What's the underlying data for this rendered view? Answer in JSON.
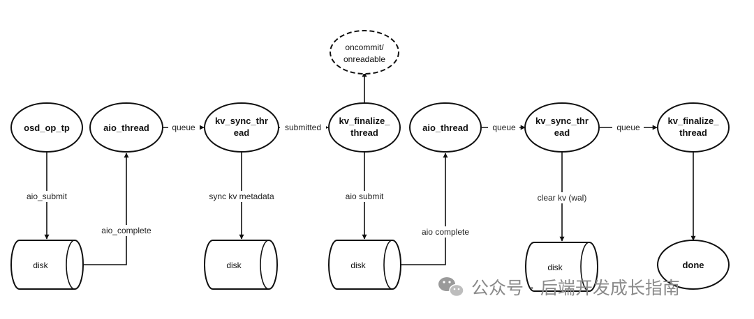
{
  "nodes": {
    "osd_op_tp": {
      "line1": "osd_op_tp",
      "line2": ""
    },
    "aio_thread_1": {
      "line1": "aio_thread",
      "line2": ""
    },
    "kv_sync_thread_1": {
      "line1": "kv_sync_thr",
      "line2": "ead"
    },
    "kv_finalize_thread_1": {
      "line1": "kv_finalize_",
      "line2": "thread"
    },
    "oncommit": {
      "line1": "oncommit/",
      "line2": "onreadable"
    },
    "aio_thread_2": {
      "line1": "aio_thread",
      "line2": ""
    },
    "kv_sync_thread_2": {
      "line1": "kv_sync_thr",
      "line2": "ead"
    },
    "kv_finalize_thread_2": {
      "line1": "kv_finalize_",
      "line2": "thread"
    },
    "done": {
      "line1": "done",
      "line2": ""
    },
    "disk_1": {
      "label": "disk"
    },
    "disk_2": {
      "label": "disk"
    },
    "disk_3": {
      "label": "disk"
    },
    "disk_4": {
      "label": "disk"
    }
  },
  "edges": {
    "queue_1": "queue",
    "submitted": "submitted",
    "queue_2": "queue",
    "queue_3": "queue",
    "aio_submit_1": "aio_submit",
    "aio_complete_1": "aio_complete",
    "sync_kv_metadata": "sync kv metadata",
    "aio_submit_2": "aio submit",
    "aio_complete_2": "aio complete",
    "clear_kv": "clear kv (wal)"
  },
  "watermark": {
    "text": "公众号 · 后端开发成长指南",
    "icon": "wechat-icon"
  }
}
